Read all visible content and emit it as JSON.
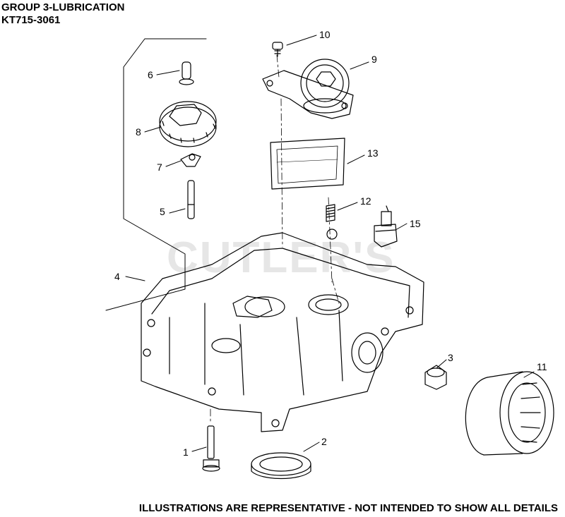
{
  "header": {
    "line1": "GROUP 3-LUBRICATION",
    "line2": "KT715-3061"
  },
  "watermark": "CUTLER'S",
  "footer": "ILLUSTRATIONS ARE REPRESENTATIVE - NOT INTENDED TO SHOW ALL DETAILS",
  "callouts": [
    {
      "id": "c1",
      "label": "1"
    },
    {
      "id": "c2",
      "label": "2"
    },
    {
      "id": "c3",
      "label": "3"
    },
    {
      "id": "c4",
      "label": "4"
    },
    {
      "id": "c5",
      "label": "5"
    },
    {
      "id": "c6",
      "label": "6"
    },
    {
      "id": "c7",
      "label": "7"
    },
    {
      "id": "c8",
      "label": "8"
    },
    {
      "id": "c9",
      "label": "9"
    },
    {
      "id": "c10",
      "label": "10"
    },
    {
      "id": "c11",
      "label": "11"
    },
    {
      "id": "c12",
      "label": "12"
    },
    {
      "id": "c13",
      "label": "13"
    },
    {
      "id": "c15",
      "label": "15"
    }
  ]
}
